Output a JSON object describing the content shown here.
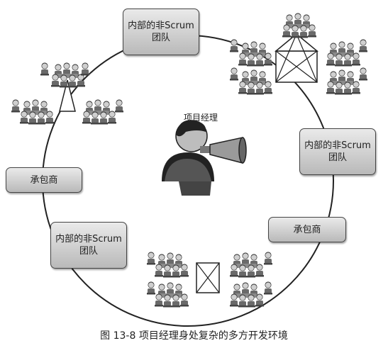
{
  "nodes": {
    "team_top": {
      "line1": "内部的非Scrum",
      "line2": "团队"
    },
    "team_right": {
      "line1": "内部的非Scrum",
      "line2": "团队"
    },
    "team_left": {
      "line1": "内部的非Scrum",
      "line2": "团队"
    },
    "contractor_left": {
      "label": "承包商"
    },
    "contractor_right": {
      "label": "承包商"
    }
  },
  "center": {
    "label": "项目经理"
  },
  "caption": "图 13-8   项目经理身处复杂的多方开发环境",
  "colors": {
    "box_fill_top": "#eaeaea",
    "box_fill_bottom": "#b9b9b9",
    "line": "#222222"
  }
}
